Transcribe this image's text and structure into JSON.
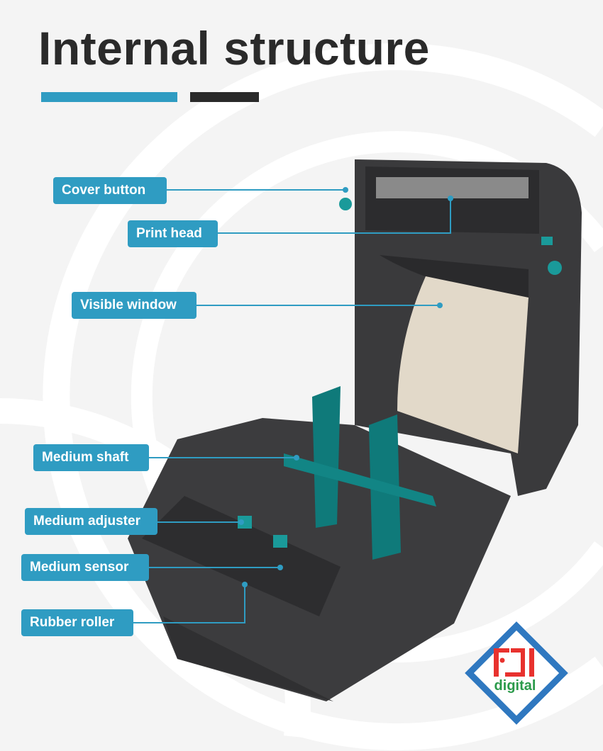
{
  "title": "Internal structure",
  "accent_color": "#2f9cc2",
  "labels": {
    "cover_button": "Cover button",
    "print_head": "Print head",
    "visible_window": "Visible window",
    "medium_shaft": "Medium shaft",
    "medium_adjuster": "Medium adjuster",
    "medium_sensor": "Medium sensor",
    "rubber_roller": "Rubber roller"
  },
  "logo": {
    "mark": "FDI",
    "text": "digital"
  }
}
